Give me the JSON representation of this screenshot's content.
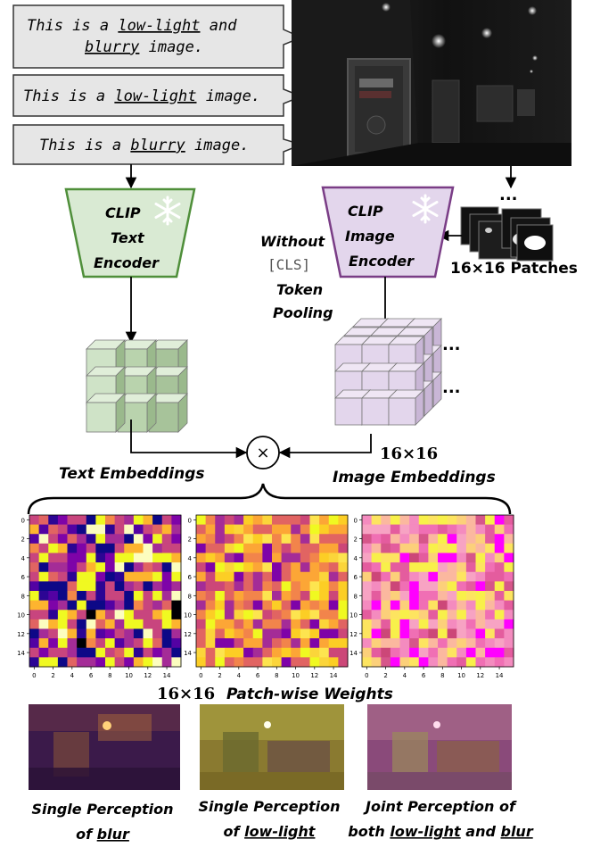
{
  "prompts": [
    {
      "parts": [
        [
          "This is a ",
          false
        ],
        [
          "low-light",
          true
        ],
        [
          " and",
          false
        ]
      ],
      "line2": [
        [
          "blurry",
          true
        ],
        [
          " image.",
          false
        ]
      ]
    },
    {
      "parts": [
        [
          "This is a ",
          false
        ],
        [
          "low-light",
          true
        ],
        [
          " image.",
          false
        ]
      ]
    },
    {
      "parts": [
        [
          "This is a ",
          false
        ],
        [
          "blurry",
          true
        ],
        [
          " image.",
          false
        ]
      ]
    }
  ],
  "text_encoder": {
    "line1": "CLIP",
    "line2": "Text",
    "line3": "Encoder"
  },
  "image_encoder": {
    "line1": "CLIP",
    "line2": "Image",
    "line3": "Encoder"
  },
  "without": {
    "line1": "Without",
    "line2": "[CLS]",
    "line3": "Token",
    "line4": "Pooling"
  },
  "patches_label": "16×16 Patches",
  "ellipsis": "...",
  "multiply_symbol": "×",
  "text_embeddings_label": "Text Embeddings",
  "image_embeddings_label_a": "16×16",
  "image_embeddings_label_b": "Image Embeddings",
  "patch_weights_label_a": "16×16",
  "patch_weights_label_b": "Patch-wise Weights",
  "heatmap_ticks_y": [
    "0",
    "2",
    "4",
    "6",
    "8",
    "10",
    "12",
    "14"
  ],
  "heatmap_ticks_x": [
    "0",
    "2",
    "4",
    "6",
    "8",
    "10",
    "12",
    "14"
  ],
  "captions": [
    {
      "line1": "Single Perception",
      "line2_pre": "of ",
      "line2_u": "blur",
      "line2_post": ""
    },
    {
      "line1": "Single Perception",
      "line2_pre": "of ",
      "line2_u": "low-light",
      "line2_post": ""
    },
    {
      "line1": "Joint Perception of",
      "line2_pre": "both ",
      "line2_u": "low-light",
      "line2_mid": " and ",
      "line2_u2": "blur"
    }
  ],
  "colors": {
    "text_encoder_fill": "#d9ead3",
    "text_encoder_stroke": "#4f8f3a",
    "image_encoder_fill": "#e3d6ec",
    "image_encoder_stroke": "#7a3d86",
    "bubble_fill": "#e6e6e6"
  }
}
